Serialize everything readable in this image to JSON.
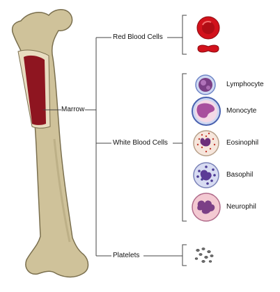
{
  "labels": {
    "marrow": "Marrow",
    "red_blood_cells": "Red Blood Cells",
    "white_blood_cells": "White Blood Cells",
    "platelets": "Platelets"
  },
  "white_cells": [
    {
      "name": "Lymphocyte"
    },
    {
      "name": "Monocyte"
    },
    {
      "name": "Eosinophil"
    },
    {
      "name": "Basophil"
    },
    {
      "name": "Neurophil"
    }
  ],
  "colors": {
    "bone": "#cfc29a",
    "bone_outline": "#7a6f4e",
    "marrow": "#8e1520",
    "red_cell": "#d2121c",
    "line": "#444444",
    "wbc_cytoplasm_light": "#f3c9d2",
    "wbc_nucleus": "#7b3f86",
    "monocyte_ring": "#6f86c7",
    "eosinophil_granule": "#c43a2e",
    "basophil_granule": "#4a3a94",
    "platelet": "#6b6b6b"
  },
  "icons": [
    "femur-bone",
    "red-cell-disc",
    "red-cell-side",
    "lymphocyte-cell",
    "monocyte-cell",
    "eosinophil-cell",
    "basophil-cell",
    "neutrophil-cell",
    "platelet-cluster"
  ]
}
